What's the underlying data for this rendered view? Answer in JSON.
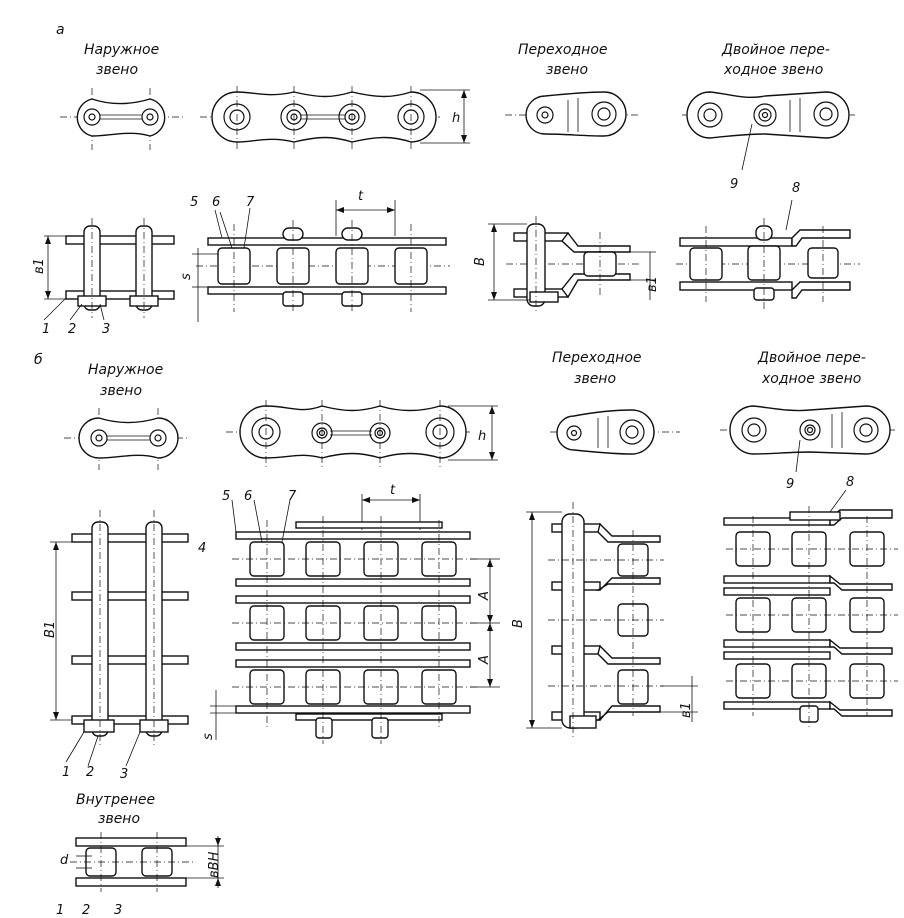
{
  "section_a": {
    "marker": "а",
    "outer_link": [
      "Наружное",
      "звено"
    ],
    "connecting_link": [
      "Переходное",
      "звено"
    ],
    "double_connecting_link": [
      "Двойное пере-",
      "ходное звено"
    ],
    "dim_h": "h",
    "dim_t": "t",
    "dim_b1": "в1",
    "dim_s": "s",
    "dim_B": "B",
    "dim_b1_right": "в1",
    "parts": [
      "1",
      "2",
      "3",
      "5",
      "6",
      "7",
      "9",
      "8"
    ]
  },
  "section_b": {
    "marker": "б",
    "outer_link": [
      "Наружное",
      "звено"
    ],
    "connecting_link": [
      "Переходное",
      "звено"
    ],
    "double_connecting_link": [
      "Двойное пере-",
      "ходное звено"
    ],
    "dim_h": "h",
    "dim_t": "t",
    "dim_B1": "B1",
    "dim_s": "s",
    "dim_A": "A",
    "dim_B": "B",
    "dim_b1": "в1",
    "parts": [
      "1",
      "2",
      "3",
      "4",
      "5",
      "6",
      "7",
      "9",
      "8"
    ]
  },
  "inner_link": {
    "title": [
      "Внутренее",
      "звено"
    ],
    "dim_d": "d",
    "dim_bvn": "вВН",
    "parts": [
      "1",
      "2",
      "3"
    ]
  }
}
